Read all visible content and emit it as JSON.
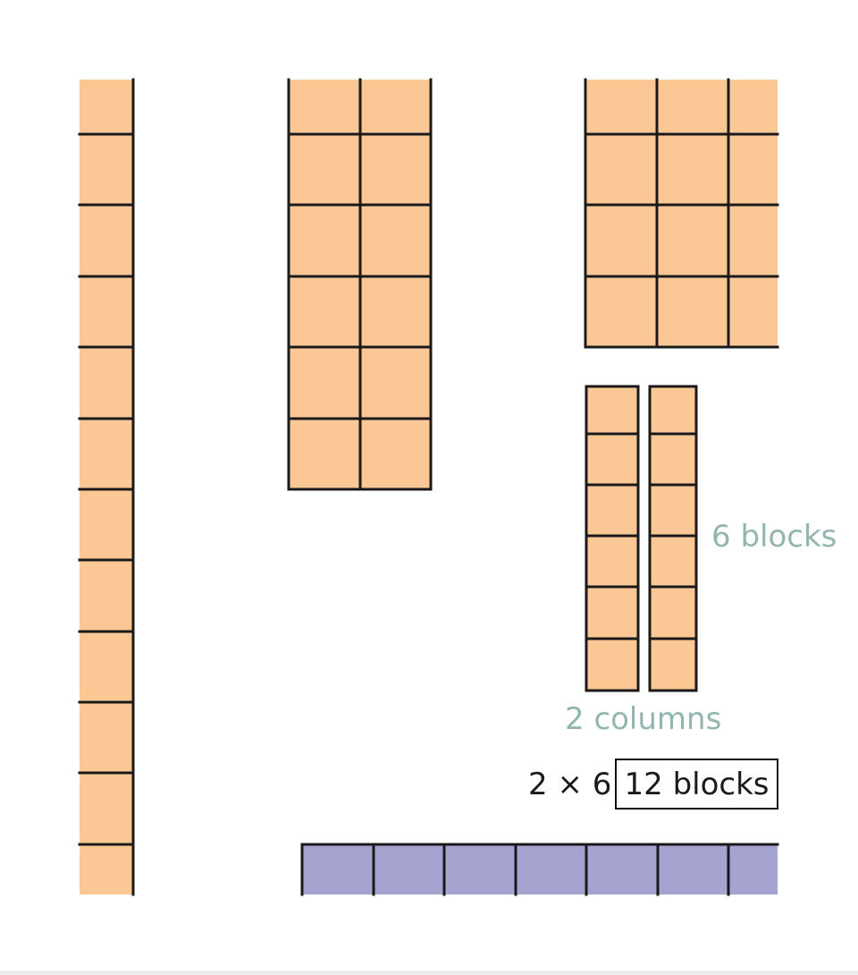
{
  "colors": {
    "tile_fill": "#fbc895",
    "strip_fill": "#a5a3d0",
    "grid_line": "#1a1a1a",
    "annotation": "#93b5b0",
    "text": "#1a1a1a"
  },
  "figures": {
    "single_column": {
      "rows": 12,
      "cols": 1
    },
    "two_by_six": {
      "rows": 6,
      "cols": 2
    },
    "partial_grid": {
      "rows": 4,
      "cols": 3
    },
    "split_columns": {
      "rows": 6,
      "cols": 2
    },
    "purple_strip": {
      "rows": 1,
      "cols": 7
    }
  },
  "labels": {
    "rows_label": "6 blocks",
    "cols_label": "2 columns",
    "expression": "2 × 6",
    "result": "12 blocks"
  }
}
